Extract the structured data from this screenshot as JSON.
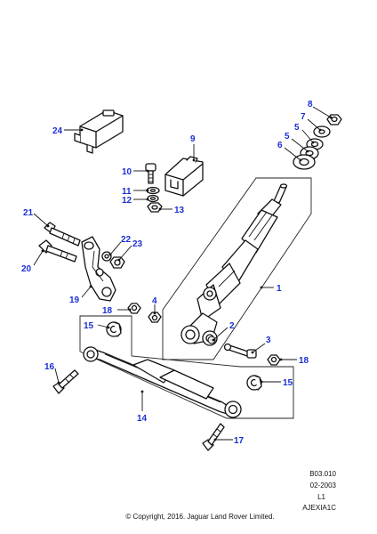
{
  "callouts": {
    "c1": "1",
    "c2": "2",
    "c3": "3",
    "c4": "4",
    "c5a": "5",
    "c5b": "5",
    "c6": "6",
    "c7": "7",
    "c8": "8",
    "c9": "9",
    "c10": "10",
    "c11": "11",
    "c12": "12",
    "c13": "13",
    "c14": "14",
    "c15a": "15",
    "c15b": "15",
    "c16": "16",
    "c17": "17",
    "c18a": "18",
    "c18b": "18",
    "c19": "19",
    "c20": "20",
    "c21": "21",
    "c22": "22",
    "c23": "23",
    "c24": "24"
  },
  "drawing_info": {
    "ref": "B03.010",
    "date": "02-2003",
    "level": "L1",
    "code": "AJEXIA1C"
  },
  "copyright": "© Copyright, 2016. Jaguar Land Rover Limited.",
  "colors": {
    "callout": "#1a2fd4",
    "line": "#111111"
  }
}
